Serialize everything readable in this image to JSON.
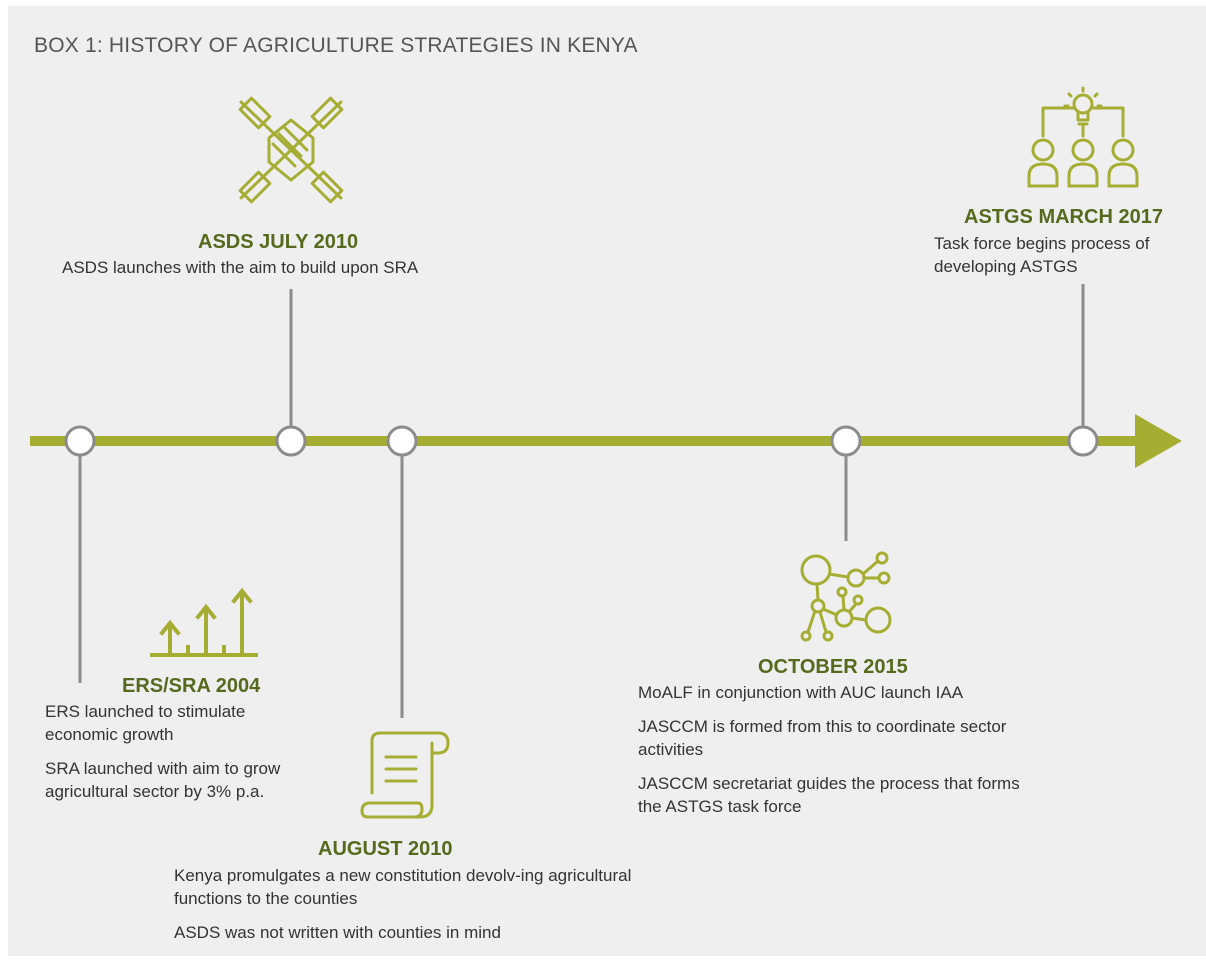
{
  "box_title": "BOX 1: HISTORY OF AGRICULTURE STRATEGIES IN KENYA",
  "colors": {
    "line": "#a6ad33",
    "title": "#566a1d",
    "connector": "#8c8c8c",
    "background": "#efefef"
  },
  "events": [
    {
      "title": "ERS/SRA 2004",
      "icon": "growth-arrows-icon",
      "lines": [
        "ERS launched to stimulate economic growth",
        "SRA launched with aim to grow agricultural sector by 3% p.a."
      ]
    },
    {
      "title": "ASDS JULY 2010",
      "icon": "handshake-icon",
      "lines": [
        "ASDS launches with the aim to build upon SRA"
      ]
    },
    {
      "title": "AUGUST 2010",
      "icon": "scroll-document-icon",
      "lines": [
        "Kenya promulgates a new constitution devolv-ing agricultural functions to the counties",
        "ASDS was not written with counties in mind"
      ]
    },
    {
      "title": "OCTOBER 2015",
      "icon": "network-nodes-icon",
      "lines": [
        "MoALF in conjunction with AUC launch IAA",
        "JASCCM is formed from this to coordinate sector activities",
        "JASCCM secretariat guides the process that forms the ASTGS task force"
      ]
    },
    {
      "title": "ASTGS MARCH 2017",
      "icon": "team-idea-icon",
      "lines": [
        "Task force begins process of developing ASTGS"
      ]
    }
  ]
}
